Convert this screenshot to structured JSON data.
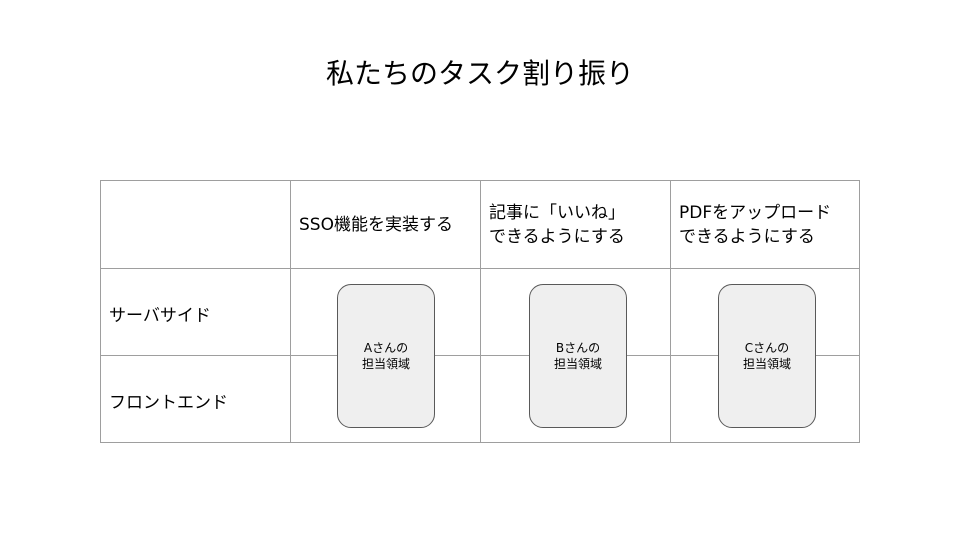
{
  "title": "私たちのタスク割り振り",
  "table": {
    "columns": [
      {
        "header": "SSO機能を実装する",
        "owner": "Aさんの\n担当領域"
      },
      {
        "header": "記事に「いいね」\nできるようにする",
        "owner": "Bさんの\n担当領域"
      },
      {
        "header": "PDFをアップロード\nできるようにする",
        "owner": "Cさんの\n担当領域"
      }
    ],
    "rows": [
      {
        "label": "サーバサイド"
      },
      {
        "label": "フロントエンド"
      }
    ]
  },
  "colors": {
    "grid_line": "#9e9e9e",
    "box_fill": "#efefef",
    "box_border": "#595959",
    "text": "#000000"
  }
}
